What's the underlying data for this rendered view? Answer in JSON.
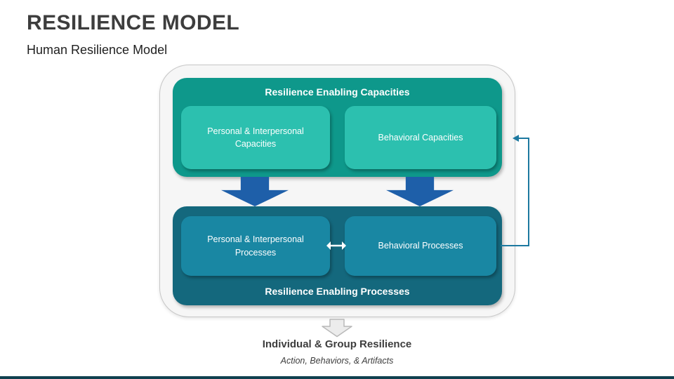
{
  "slide": {
    "title": "RESILIENCE MODEL",
    "subtitle": "Human Resilience Model"
  },
  "diagram": {
    "capacities": {
      "title": "Resilience Enabling Capacities",
      "boxes": [
        {
          "label": "Personal & Interpersonal Capacities"
        },
        {
          "label": "Behavioral Capacities"
        }
      ]
    },
    "processes": {
      "title": "Resilience Enabling Processes",
      "boxes": [
        {
          "label": "Personal & Interpersonal Processes"
        },
        {
          "label": "Behavioral Processes"
        }
      ]
    },
    "colors": {
      "capacities_section": "#0E988B",
      "capacity_box": "#2CC0AF",
      "processes_section": "#14687D",
      "process_box": "#1987A3",
      "flow_arrow": "#1E5FA9",
      "feedback_line": "#1D79A0",
      "container_background": "#F6F6F6",
      "footer_bar": "#10404F"
    }
  },
  "output": {
    "title": "Individual & Group Resilience",
    "subtitle": "Action, Behaviors, & Artifacts"
  }
}
